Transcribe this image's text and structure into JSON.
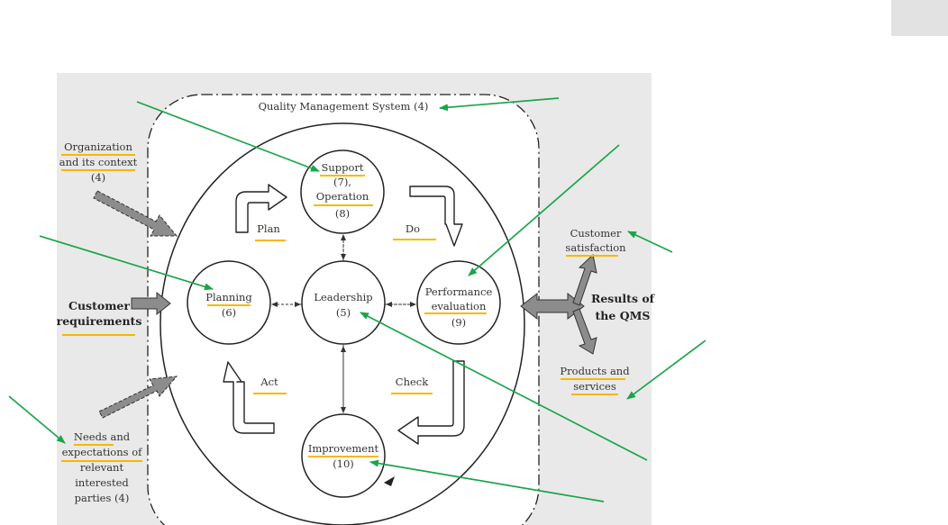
{
  "diagram": {
    "title": "Quality Management System (4)",
    "inputs": {
      "organization": [
        "Organization",
        "and its context",
        "(4)"
      ],
      "customer_requirements": [
        "Customer",
        "requirements"
      ],
      "needs": [
        "Needs and",
        "expectations of",
        "relevant",
        "interested",
        "parties (4)"
      ]
    },
    "nodes": {
      "support": [
        "Support",
        "(7),",
        "Operation",
        "(8)"
      ],
      "planning": [
        "Planning",
        "(6)"
      ],
      "leadership": [
        "Leadership",
        "(5)"
      ],
      "performance": [
        "Performance",
        "evaluation",
        "(9)"
      ],
      "improvement": [
        "Improvement",
        "(10)"
      ]
    },
    "cycle": {
      "plan": "Plan",
      "do": "Do",
      "check": "Check",
      "act": "Act"
    },
    "outputs": {
      "customer_satisfaction": [
        "Customer",
        "satisfaction"
      ],
      "results": [
        "Results of",
        "the QMS"
      ],
      "products": [
        "Products and",
        "services"
      ]
    },
    "colors": {
      "panel": "#e9e9e9",
      "underline": "#f5b800",
      "annotation_arrow": "#1aa54a",
      "outline": "#222222",
      "grey_arrow": "#8c8c8c"
    }
  }
}
